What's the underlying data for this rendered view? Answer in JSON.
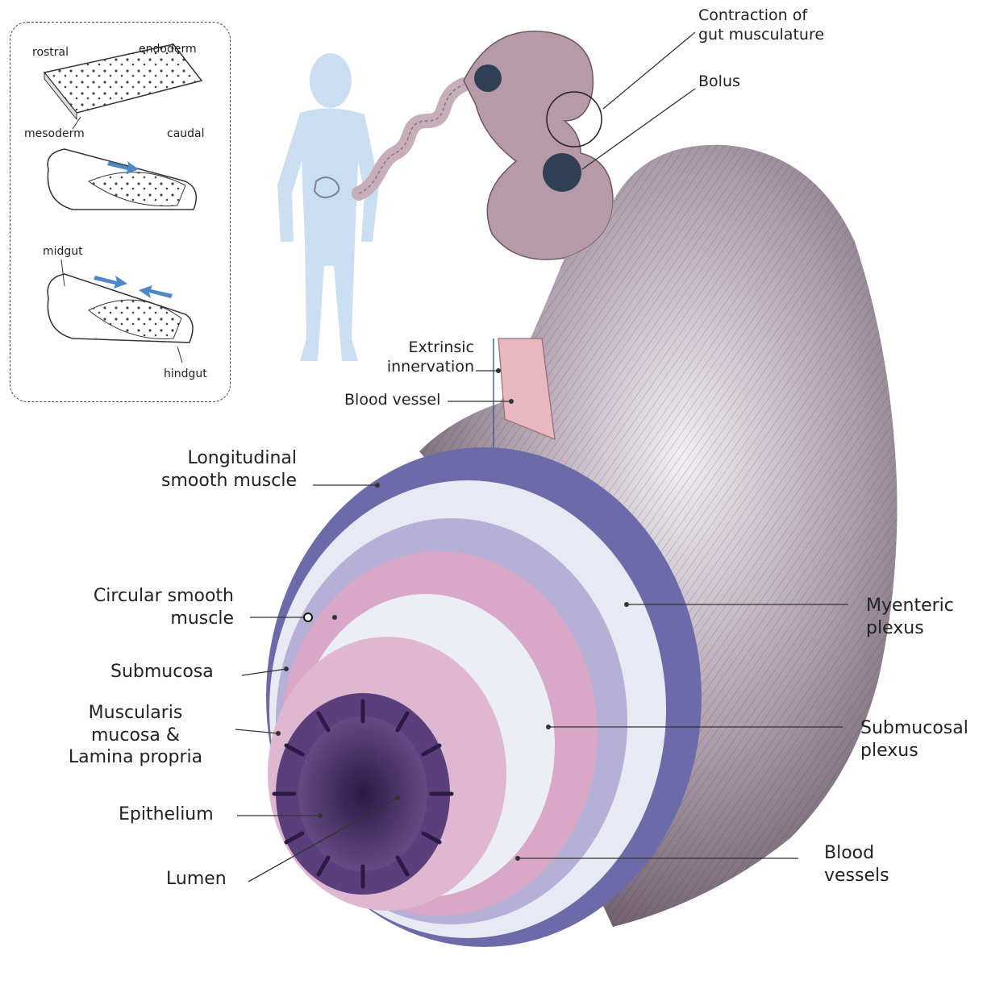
{
  "colors": {
    "outer_muscle": "#6c6aa8",
    "pink_layer": "#d7a5c2",
    "lumen_dark": "#3f2a5e",
    "tissue_gray": "#7d6c7a",
    "silhouette": "#b9d3ee",
    "arrow_blue": "#4f86c6"
  },
  "inset": {
    "rostral": "rostral",
    "endoderm": "endoderm",
    "mesoderm": "mesoderm",
    "caudal": "caudal",
    "midgut": "midgut",
    "hindgut": "hindgut"
  },
  "top": {
    "contraction_l1": "Contraction of",
    "contraction_l2": "gut musculature",
    "bolus": "Bolus",
    "extrinsic_l1": "Extrinsic",
    "extrinsic_l2": "innervation",
    "blood_vessel": "Blood vessel"
  },
  "left": {
    "longitudinal_l1": "Longitudinal",
    "longitudinal_l2": "smooth muscle",
    "circular_l1": "Circular smooth",
    "circular_l2": "muscle",
    "submucosa": "Submucosa",
    "muscularis_l1": "Muscularis",
    "muscularis_l2": "mucosa &",
    "muscularis_l3": "Lamina propria",
    "epithelium": "Epithelium",
    "lumen": "Lumen"
  },
  "right": {
    "myenteric_l1": "Myenteric",
    "myenteric_l2": "plexus",
    "submucosal_l1": "Submucosal",
    "submucosal_l2": "plexus",
    "blood_vessels_l1": "Blood",
    "blood_vessels_l2": "vessels"
  }
}
